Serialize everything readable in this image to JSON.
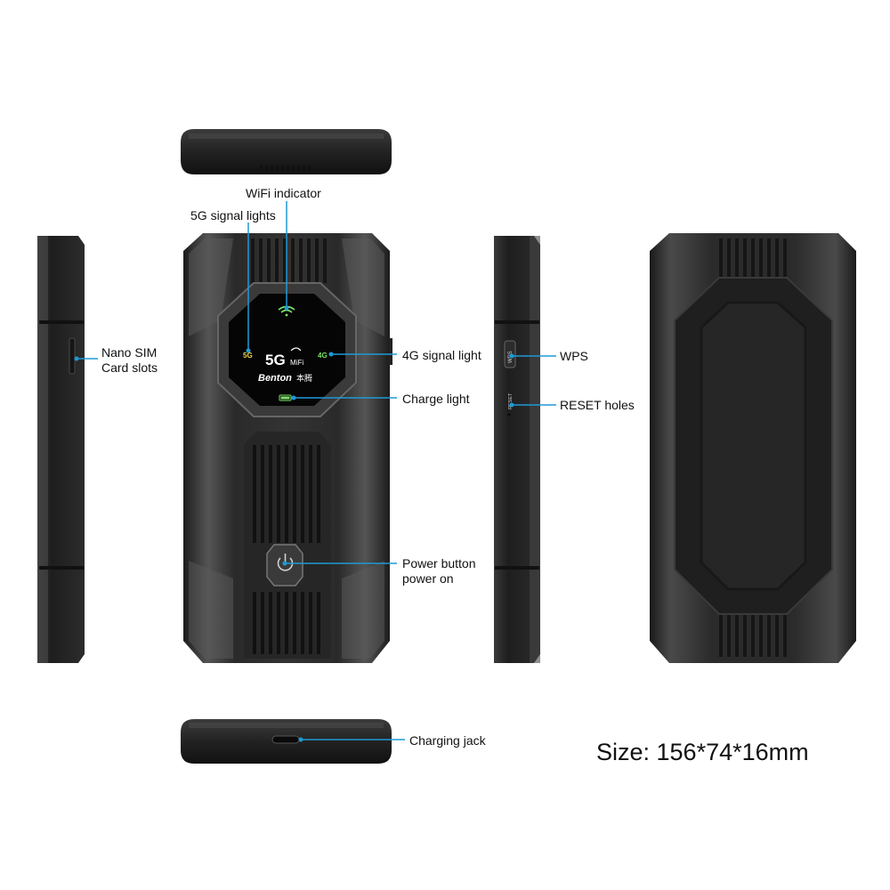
{
  "labels": {
    "wifi_indicator": "WiFi indicator",
    "signal_5g": "5G signal lights",
    "nano_sim_line1": "Nano SIM",
    "nano_sim_line2": "Card slots",
    "signal_4g": "4G signal light",
    "charge_light": "Charge light",
    "power_line1": "Power button",
    "power_line2": "power on",
    "wps": "WPS",
    "reset": "RESET holes",
    "charging_jack": "Charging jack"
  },
  "size": "Size: 156*74*16mm",
  "screen": {
    "logo_5g": "5G",
    "mifi": "MiFi",
    "left_5g": "5G",
    "right_4g": "4G",
    "brand": "Benton",
    "brand_cjk": "本腾"
  },
  "side_marks": {
    "wps": "WPS",
    "reset": "RESET"
  },
  "colors": {
    "callout": "#1e9ad6",
    "body_dark": "#2b2b2b",
    "body_mid": "#4a4a4a",
    "led_green": "#7ee26a",
    "led_yellow": "#f2d34a"
  }
}
